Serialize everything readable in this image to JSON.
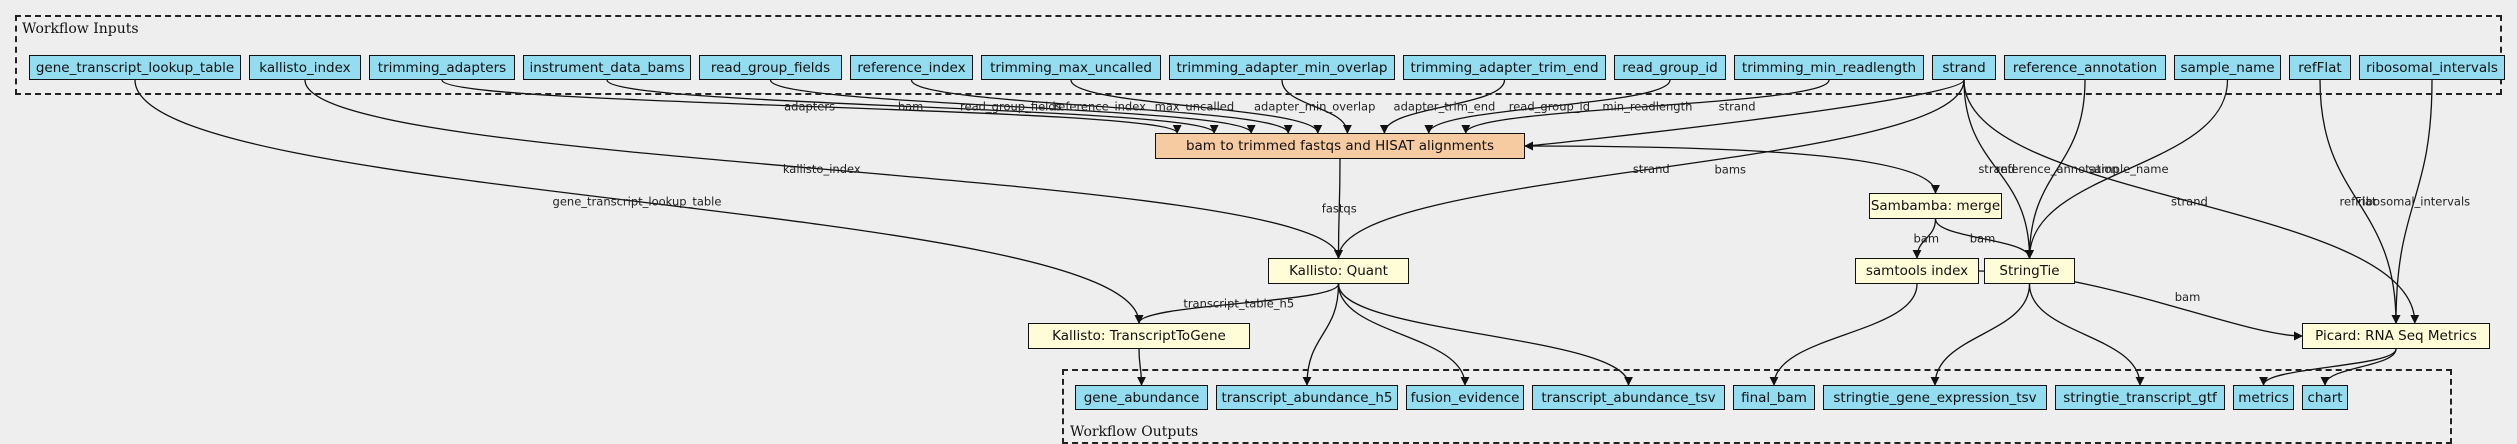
{
  "clusters": {
    "inputs": "Workflow Inputs",
    "outputs": "Workflow Outputs"
  },
  "inputs": [
    "gene_transcript_lookup_table",
    "kallisto_index",
    "trimming_adapters",
    "instrument_data_bams",
    "read_group_fields",
    "reference_index",
    "trimming_max_uncalled",
    "trimming_adapter_min_overlap",
    "trimming_adapter_trim_end",
    "read_group_id",
    "trimming_min_readlength",
    "strand",
    "reference_annotation",
    "sample_name",
    "refFlat",
    "ribosomal_intervals"
  ],
  "steps": {
    "bam_to_fastq": "bam to trimmed fastqs and HISAT alignments",
    "sambamba": "Sambamba: merge",
    "kallisto_quant": "Kallisto: Quant",
    "samtools_index": "samtools index",
    "stringtie": "StringTie",
    "transcript_to_gene": "Kallisto: TranscriptToGene",
    "picard": "Picard: RNA Seq Metrics"
  },
  "outputs": [
    "gene_abundance",
    "transcript_abundance_h5",
    "fusion_evidence",
    "transcript_abundance_tsv",
    "final_bam",
    "stringtie_gene_expression_tsv",
    "stringtie_transcript_gtf",
    "metrics",
    "chart"
  ],
  "edge_labels": {
    "adapters": "adapters",
    "bam": "bam",
    "read_group_fields": "read_group_fields",
    "reference_index": "reference_index",
    "max_uncalled": "max_uncalled",
    "adapter_min_overlap": "adapter_min_overlap",
    "adapter_trim_end": "adapter_trim_end",
    "read_group_id": "read_group_id",
    "min_readlength": "min_readlength",
    "strand": "strand",
    "kallisto_index": "kallisto_index",
    "gene_transcript_lookup_table": "gene_transcript_lookup_table",
    "bams": "bams",
    "fastqs": "fastqs",
    "reference_annotation": "reference_annotation",
    "sample_name": "sample_name",
    "refFlat": "refFlat",
    "ribosomal_intervals": "ribosomal_intervals",
    "transcript_table_h5": "transcript_table_h5"
  }
}
